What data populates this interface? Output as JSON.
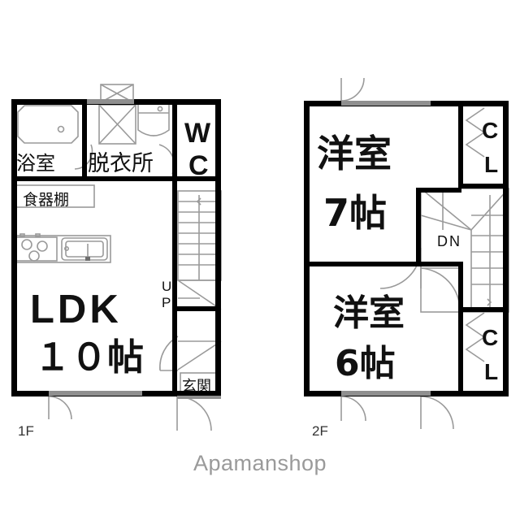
{
  "watermark": "Apamanshop",
  "floors": [
    {
      "id": "1F",
      "label": "1F",
      "rooms": [
        {
          "name": "bathroom",
          "label": "浴室"
        },
        {
          "name": "dressing-room",
          "label": "脱衣所"
        },
        {
          "name": "toilet",
          "label": "WC"
        },
        {
          "name": "cupboard",
          "label": "食器棚"
        },
        {
          "name": "living-dining-kitchen",
          "label_line1": "LDK",
          "label_line2": "１０帖"
        },
        {
          "name": "entrance",
          "label": "玄関"
        },
        {
          "name": "stairs-up",
          "label": "UP"
        }
      ]
    },
    {
      "id": "2F",
      "label": "2F",
      "rooms": [
        {
          "name": "western-room-7",
          "label_line1": "洋室",
          "label_line2": "7帖"
        },
        {
          "name": "western-room-6",
          "label_line1": "洋室",
          "label_line2": "6帖"
        },
        {
          "name": "closet-upper",
          "label_line1": "C",
          "label_line2": "L"
        },
        {
          "name": "closet-lower",
          "label_line1": "C",
          "label_line2": "L"
        },
        {
          "name": "stairs-down",
          "label": "DN"
        }
      ]
    }
  ],
  "colors": {
    "wall": "#000000",
    "fixture_line": "#9a9a9a",
    "opening": "#8f8f8f",
    "text": "#111111",
    "watermark": "#9a9a9a",
    "background": "#ffffff"
  }
}
